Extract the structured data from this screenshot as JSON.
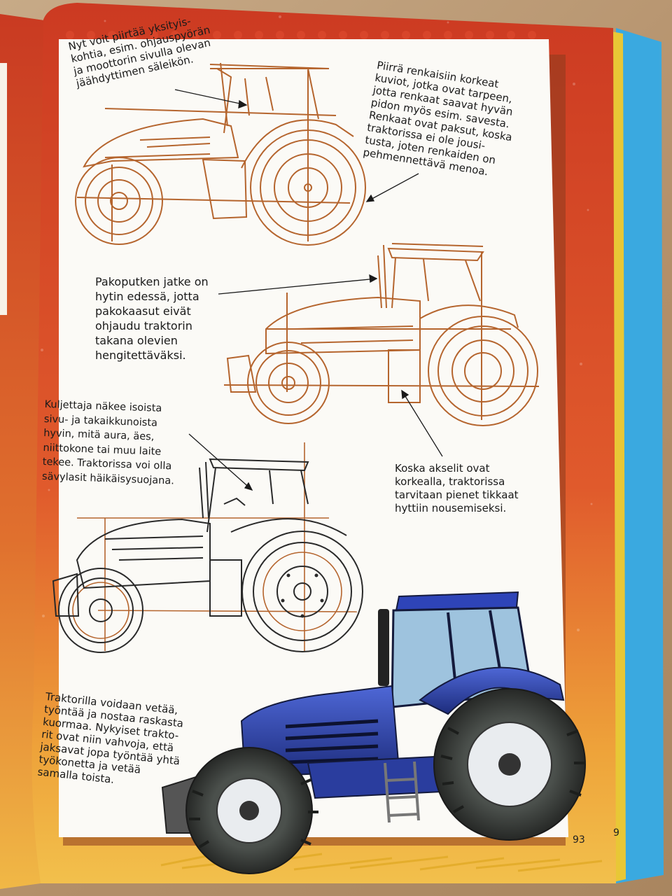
{
  "notes": {
    "details": "Nyt voit piirtää yksityis-\nkohtia, esim. ohjauspyörän\nja moottorin sivulla olevan\njäähdyttimen säleikön.",
    "tires": "Piirrä renkaisiin korkeat\nkuviot, jotka ovat tarpeen,\njotta renkaat saavat hyvän\npidon myös esim. savesta.\nRenkaat ovat paksut, koska\ntraktorissa ei ole jousi-\ntusta, joten renkaiden on\npehmennettävä menoa.",
    "exhaust": "Pakoputken jatke on\nhytin edessä, jotta\npakokaasut eivät\nohjaudu traktorin\ntakana olevien\nhengitettäväksi.",
    "windows": "Kuljettaja näkee isoista\nsivu- ja takaikkunoista\nhyvin, mitä aura, äes,\nniittokone tai muu laite\ntekee. Traktorissa voi olla\nsävylasit häikäisysuojana.",
    "ladder": "Koska akselit ovat\nkorkealla, traktorissa\ntarvitaan pienet tikkaat\nhyttiin nousemiseksi.",
    "pulling": "Traktorilla voidaan vetää,\ntyöntää ja nostaa raskasta\nkuormaa. Nykyiset trakto-\nrit ovat niin vahvoja, että\njaksavat jopa työntää yhtä\ntyökonetta ja vetää\nsamalla toista."
  },
  "page_number": "93",
  "next_page_number_fragment": "9",
  "colors": {
    "page_border_red": "#d8452a",
    "page_border_yellow": "#f0b23a",
    "paper": "#fbfaf6",
    "sketch_line": "#b5652e",
    "ink_line": "#2a2a2a",
    "tractor_blue": "#2a3d9e",
    "tire_dark": "#3a3d3a",
    "book_edge_blue": "#3aa9e0"
  }
}
